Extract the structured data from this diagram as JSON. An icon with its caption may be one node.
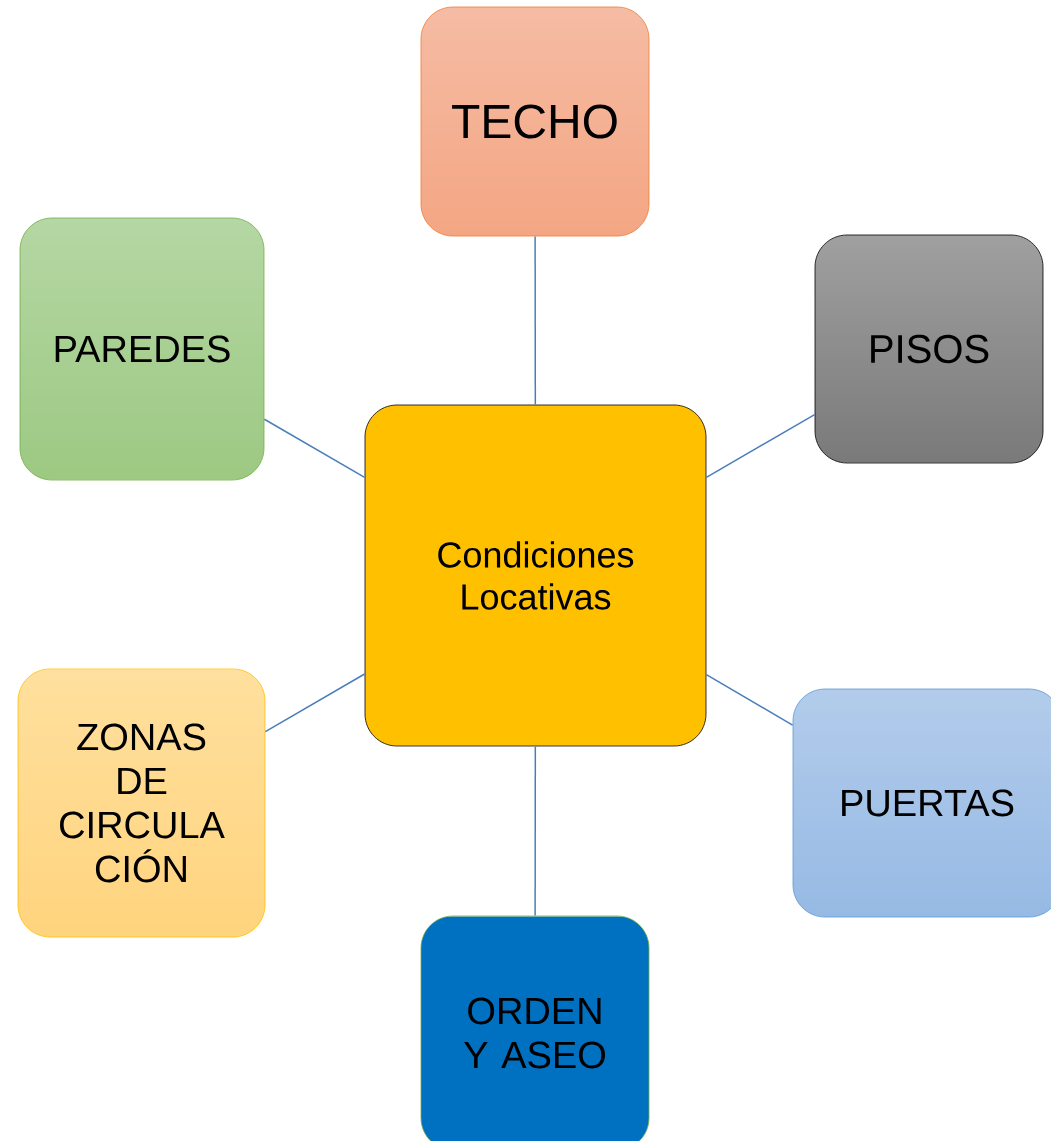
{
  "diagram": {
    "nodes": [
      {
        "text": [
          "Condiciones Locativas"
        ]
      },
      {
        "text": [
          "TECHO"
        ]
      },
      {
        "text": [
          "PAREDES"
        ]
      },
      {
        "text": [
          "PISOS"
        ]
      },
      {
        "text": [
          "ZONAS DE CIRCULA CIÓN"
        ]
      },
      {
        "text": [
          "PUERTAS"
        ]
      },
      {
        "text": [
          "ORDEN Y ASEO"
        ]
      }
    ],
    "edges": [
      {
        "from": 0,
        "to": 1,
        "arrow": "none"
      },
      {
        "from": 0,
        "to": 2,
        "arrow": "none"
      },
      {
        "from": 0,
        "to": 3,
        "arrow": "none"
      },
      {
        "from": 0,
        "to": 4,
        "arrow": "none"
      },
      {
        "from": 0,
        "to": 5,
        "arrow": "none"
      },
      {
        "from": 0,
        "to": 6,
        "arrow": "none"
      }
    ]
  }
}
